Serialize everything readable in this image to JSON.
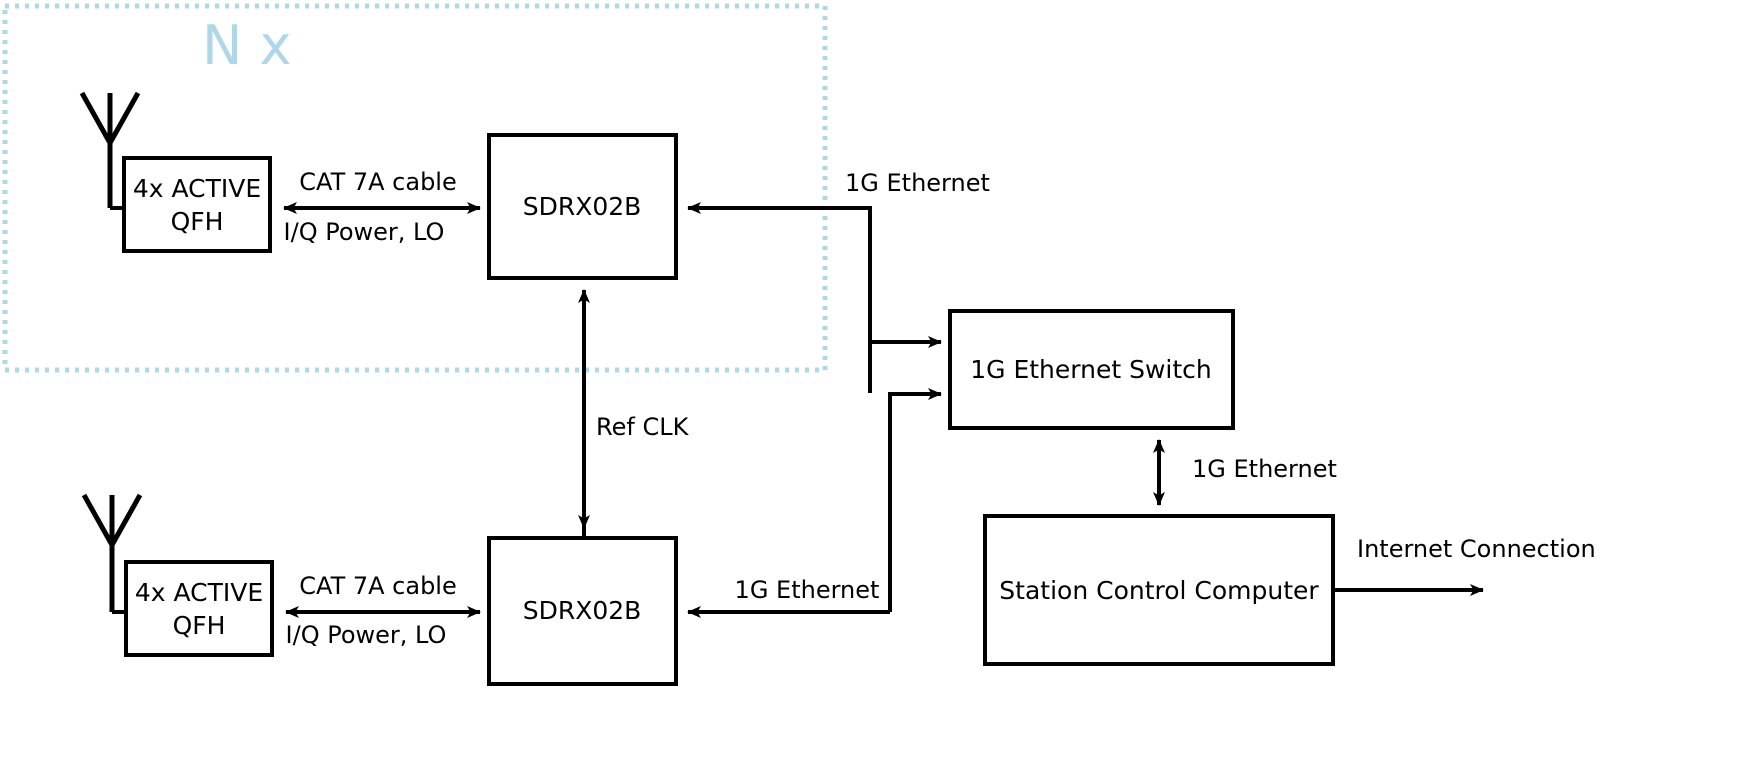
{
  "diagram": {
    "title_group": "N x",
    "colors": {
      "group_frame": "#aed8e8",
      "group_label": "#aed8e8",
      "line": "#000000",
      "box_fill": "#ffffff",
      "background": "#ffffff"
    }
  },
  "blocks": {
    "antenna_top": {
      "label": "antenna"
    },
    "antenna_bottom": {
      "label": "antenna"
    },
    "qfh_top": {
      "line1": "4x ACTIVE",
      "line2": "QFH"
    },
    "qfh_bottom": {
      "line1": "4x ACTIVE",
      "line2": "QFH"
    },
    "sdr_top": {
      "label": "SDRX02B"
    },
    "sdr_bottom": {
      "label": "SDRX02B"
    },
    "switch": {
      "label": "1G Ethernet Switch"
    },
    "computer": {
      "label": "Station Control Computer"
    }
  },
  "connections": {
    "qfh_top_to_sdr_top": {
      "label_above": "CAT 7A cable",
      "label_below": "I/Q Power, LO"
    },
    "qfh_bottom_to_sdr_bottom": {
      "label_above": "CAT 7A cable",
      "label_below": "I/Q Power, LO"
    },
    "sdr_top_to_switch": {
      "label": "1G Ethernet"
    },
    "sdr_bottom_to_switch": {
      "label": "1G Ethernet"
    },
    "switch_to_computer": {
      "label": "1G Ethernet"
    },
    "computer_to_internet": {
      "label": "Internet Connection"
    },
    "refclk": {
      "label": "Ref CLK"
    }
  }
}
